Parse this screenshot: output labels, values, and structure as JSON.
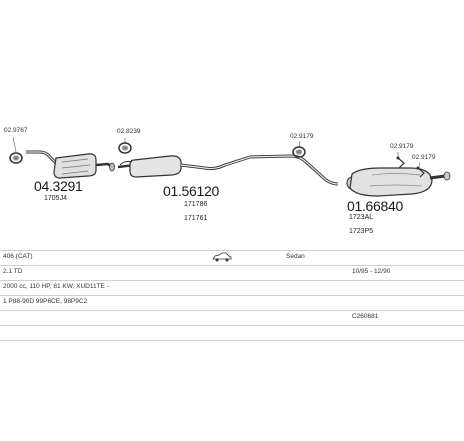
{
  "parts": {
    "p1": "02.9767",
    "p2": "04.3291",
    "p3": "1705J4",
    "p4": "02.8239",
    "p5": "01.56120",
    "p6": "171786",
    "p7": "171761",
    "p8": "02.9179",
    "p9": "02.9179",
    "p10": "02.9179",
    "p11": "01.66840",
    "p12": "1723AL",
    "p13": "1723P5"
  },
  "table": {
    "model": "406  (CAT)",
    "body": "Sedan",
    "engine": "2.1 TD",
    "years": "10/95 - 12/90",
    "spec": "2000 cc, 110 HP, 81 KW, XUD11TE -",
    "codes": "1 P88-90D  99P6CE, 98P9C2",
    "ref": "C260681"
  },
  "icons": {
    "car": "sedan-car-icon"
  }
}
